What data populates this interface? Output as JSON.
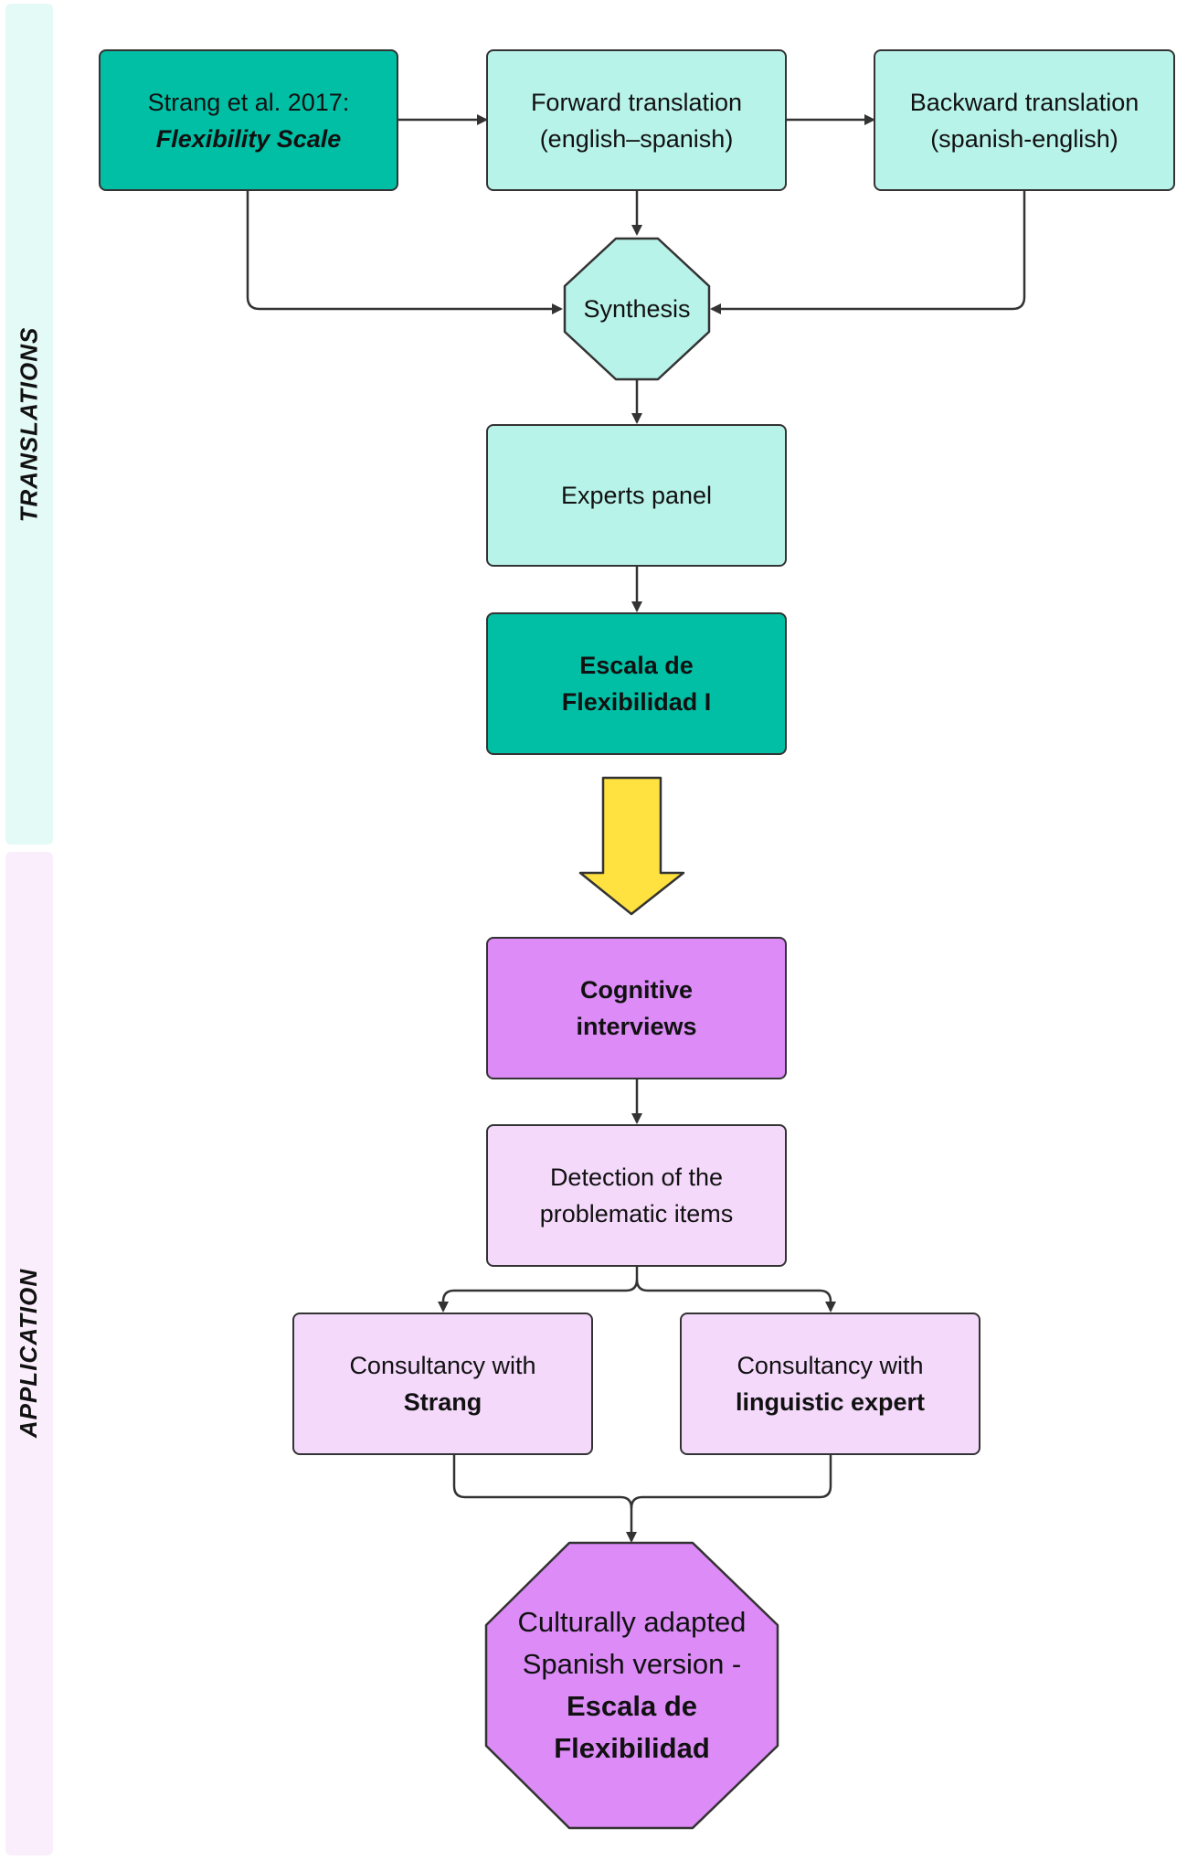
{
  "sections": {
    "translations": "TRANSLATIONS",
    "application": "APPLICATION"
  },
  "nodes": {
    "source": {
      "line1": "Strang et al. 2017:",
      "line2": "Flexibility Scale"
    },
    "forward": {
      "line1": "Forward translation",
      "line2": "(english–spanish)"
    },
    "backward": {
      "line1": "Backward translation",
      "line2": "(spanish-english)"
    },
    "synthesis": {
      "label": "Synthesis"
    },
    "experts": {
      "label": "Experts panel"
    },
    "escala1": {
      "line1": "Escala de",
      "line2": "Flexibilidad I"
    },
    "cognitive": {
      "line1": "Cognitive",
      "line2": "interviews"
    },
    "detection": {
      "line1": "Detection of the",
      "line2": "problematic items"
    },
    "consult_strang": {
      "line1": "Consultancy with",
      "line2": "Strang"
    },
    "consult_ling": {
      "line1": "Consultancy with",
      "line2": "linguistic expert"
    },
    "final": {
      "line1": "Culturally adapted",
      "line2": "Spanish version -",
      "line3": "Escala de",
      "line4": "Flexibilidad"
    }
  },
  "colors": {
    "teal_dark": "#00bfa5",
    "teal_light": "#b8f3ea",
    "purple_dark": "#dc8bf7",
    "purple_light": "#f4d9fb",
    "band_teal": "#e3faf6",
    "band_purple": "#faeefd",
    "arrow_yellow": "#ffe23f"
  }
}
